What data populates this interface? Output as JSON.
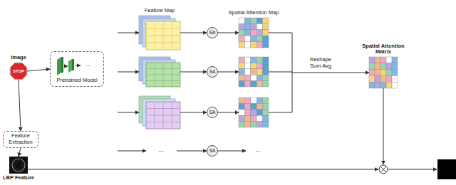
{
  "diagram": {
    "nodes": [
      {
        "text": [
          "Image"
        ]
      },
      {
        "text": [
          "Pretrained Model"
        ]
      },
      {
        "text": [
          "Feature Extraction"
        ]
      },
      {
        "text": [
          "LBP Feature"
        ]
      },
      {
        "text": [
          "Feature Map"
        ]
      },
      {
        "text": [
          "SA"
        ]
      },
      {
        "text": [
          "SA"
        ]
      },
      {
        "text": [
          "SA"
        ]
      },
      {
        "text": [
          "SA"
        ]
      },
      {
        "text": [
          "Spatial Attention Map"
        ]
      },
      {
        "text": [
          "Spatial Attention Matrix"
        ]
      }
    ],
    "edges": [
      {
        "from": 0,
        "to": 1,
        "arrow": "to"
      },
      {
        "from": 0,
        "to": 2,
        "arrow": "to"
      },
      {
        "from": 2,
        "to": 3,
        "arrow": "to"
      },
      {
        "from": 4,
        "to": 5,
        "arrow": "to"
      },
      {
        "from": 5,
        "to": 9,
        "arrow": "to"
      },
      {
        "from": 9,
        "to": 10,
        "label": "Reshape Sum Avg",
        "arrow": "to"
      }
    ],
    "labels": [
      "STOP",
      "...",
      "...",
      "..."
    ]
  }
}
